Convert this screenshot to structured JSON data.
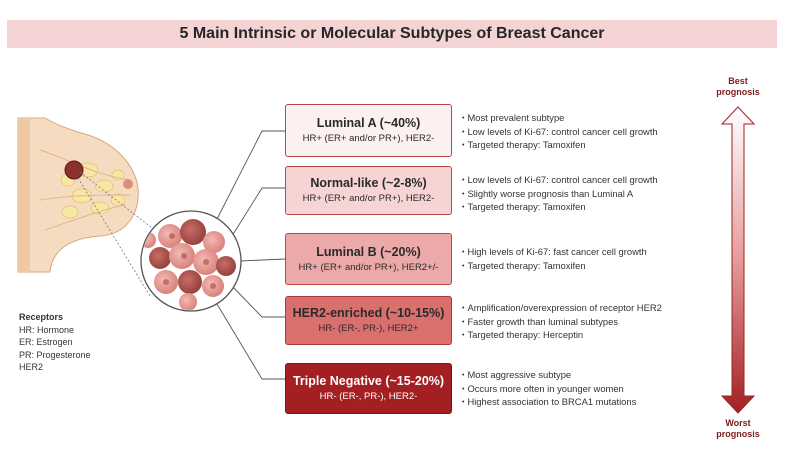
{
  "title": "5 Main Intrinsic or Molecular Subtypes of Breast Cancer",
  "subtypes": [
    {
      "name": "Luminal A (~40%)",
      "receptors": "HR+ (ER+ and/or PR+), HER2-",
      "bullets": [
        "Most prevalent subtype",
        "Low levels of Ki-67: control cancer cell growth",
        "Targeted therapy: Tamoxifen"
      ],
      "fill": "#fdf0f0",
      "border": "#b84848",
      "text": "#2a2a2a"
    },
    {
      "name": "Normal-like (~2-8%)",
      "receptors": "HR+ (ER+ and/or PR+), HER2-",
      "bullets": [
        "Low levels of Ki-67: control cancer cell growth",
        "Slightly worse prognosis than Luminal A",
        "Targeted therapy: Tamoxifen"
      ],
      "fill": "#f6d4d4",
      "border": "#b84848",
      "text": "#2a2a2a"
    },
    {
      "name": "Luminal B (~20%)",
      "receptors": "HR+ (ER+ and/or PR+), HER2+/-",
      "bullets": [
        "High levels of Ki-67: fast cancer cell growth",
        "Targeted therapy: Tamoxifen"
      ],
      "fill": "#eba9a9",
      "border": "#b84848",
      "text": "#2a2a2a"
    },
    {
      "name": "HER2-enriched (~10-15%)",
      "receptors": "HR- (ER-, PR-), HER2+",
      "bullets": [
        "Amplification/overexpression of receptor HER2",
        "Faster growth than luminal subtypes",
        "Targeted therapy: Herceptin"
      ],
      "fill": "#d9706e",
      "border": "#a83a3a",
      "text": "#2a2a2a"
    },
    {
      "name": "Triple Negative (~15-20%)",
      "receptors": "HR- (ER-, PR-), HER2-",
      "bullets": [
        "Most aggressive subtype",
        "Occurs more often in younger women",
        "Highest association to BRCA1 mutations"
      ],
      "fill": "#a31f22",
      "border": "#7a1515",
      "text": "#ffffff"
    }
  ],
  "receptors_legend": {
    "heading": "Receptors",
    "items": [
      "HR: Hormone",
      "ER: Estrogen",
      "PR: Progesterone",
      "HER2"
    ]
  },
  "prognosis": {
    "best": "Best prognosis",
    "worst": "Worst prognosis"
  }
}
